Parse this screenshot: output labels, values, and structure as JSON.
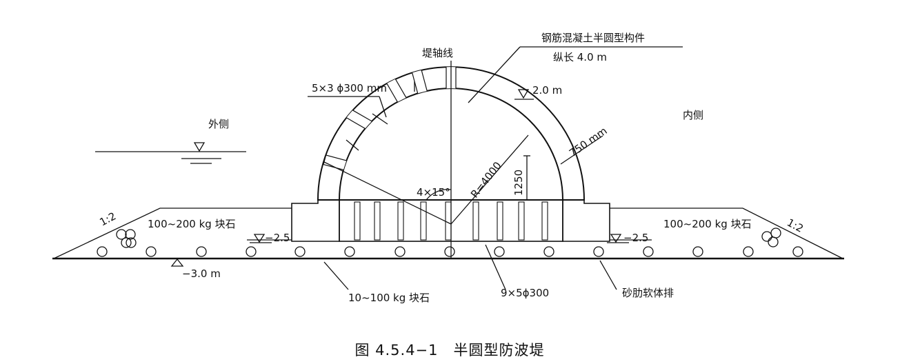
{
  "labels": {
    "member": "钢筋混凝土半圆型构件",
    "length": "纵长 4.0 m",
    "axis": "堤轴线",
    "holes_arch": "5×3 ϕ300 mm",
    "level_top": "2.0 m",
    "outer": "外侧",
    "inner": "内侧",
    "thickness": "750 mm",
    "angle": "4×15°",
    "radius": "R=4000",
    "height": "1250",
    "slope_left": "1:2",
    "slope_right": "1:2",
    "stone_left": "100~200 kg 块石",
    "stone_right": "100~200 kg 块石",
    "level_left": "−2.5",
    "level_right": "−2.5",
    "level_bottom": "−3.0 m",
    "bed_stone": "10~100 kg 块石",
    "holes_base": "9×5ϕ300",
    "mattress": "砂肋软体排"
  },
  "caption": "图 4.5.4−1　半圆型防波堤"
}
